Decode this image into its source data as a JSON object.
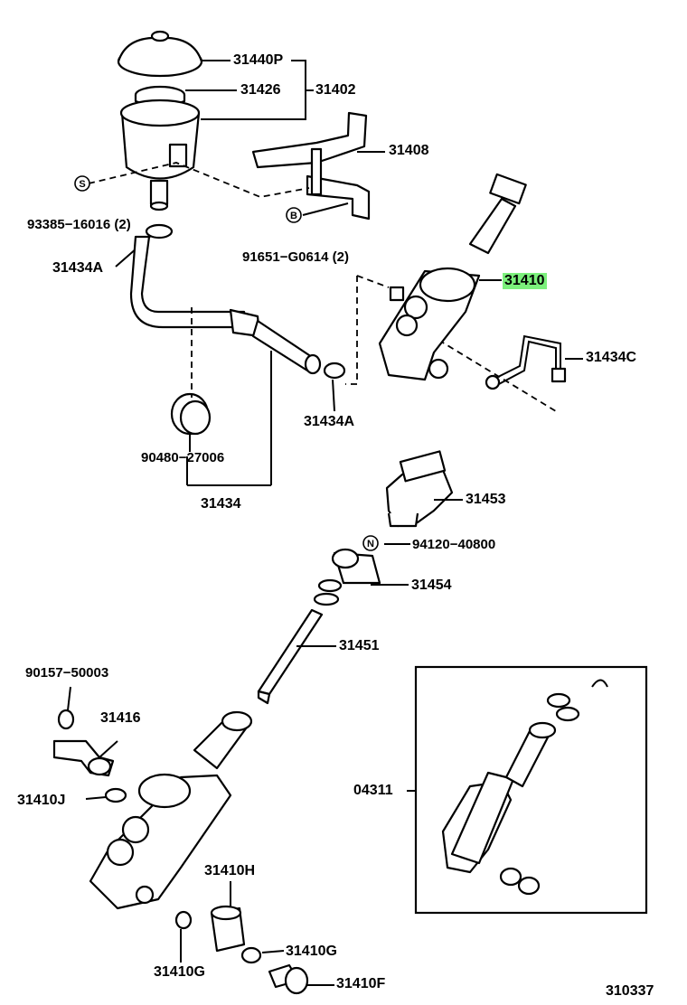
{
  "labels": {
    "l31440P": "31440P",
    "l31426": "31426",
    "l31402": "31402",
    "l31408": "31408",
    "l93385": "93385−16016 (2)",
    "l91651": "91651−G0614 (2)",
    "l31434A_top": "31434A",
    "l31410": "31410",
    "l31434C": "31434C",
    "l31434A_mid": "31434A",
    "l90480": "90480−27006",
    "l31434": "31434",
    "l31453": "31453",
    "l94120": "94120−40800",
    "l31454": "31454",
    "l31451": "31451",
    "l90157": "90157−50003",
    "l31416": "31416",
    "l04311": "04311",
    "l31410J": "31410J",
    "l31410H": "31410H",
    "l31410G_r": "31410G",
    "l31410G_b": "31410G",
    "l31410F": "31410F",
    "l310337": "310337"
  },
  "markers": {
    "s": "S",
    "b": "B",
    "n": "N"
  },
  "colors": {
    "highlight": "#7cf07c",
    "ink": "#000000"
  }
}
